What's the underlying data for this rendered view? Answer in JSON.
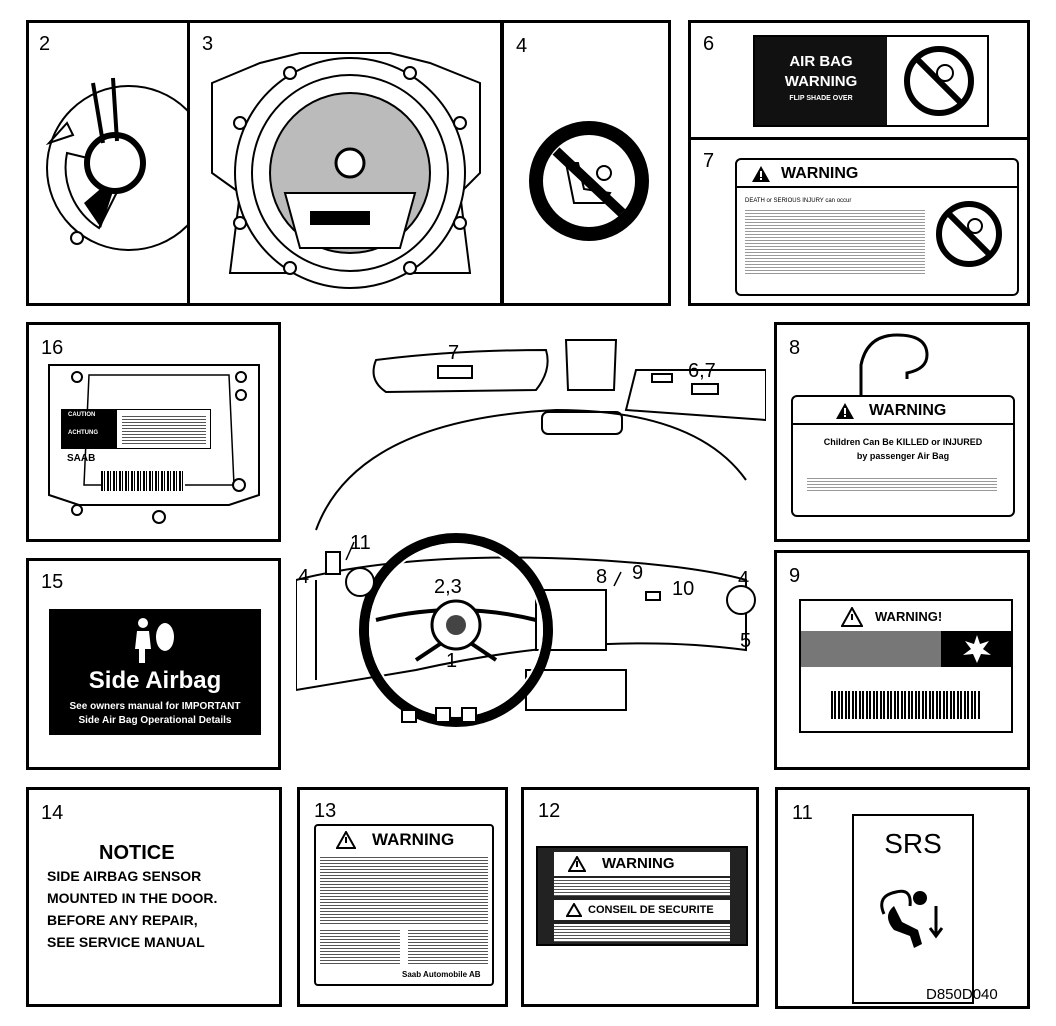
{
  "panels": {
    "p2": {
      "num": "2"
    },
    "p3": {
      "num": "3"
    },
    "p4": {
      "num": "4"
    },
    "p6": {
      "num": "6",
      "title_line1": "AIR BAG",
      "title_line2": "WARNING",
      "small": "FLIP SHADE OVER"
    },
    "p7": {
      "num": "7",
      "header": "WARNING",
      "line1": "DEATH or SERIOUS INJURY can occur"
    },
    "p16": {
      "num": "16",
      "caution": "CAUTION",
      "achtung": "ACHTUNG",
      "brand": "SAAB"
    },
    "p15": {
      "num": "15",
      "title": "Side Airbag",
      "line1": "See owners manual for IMPORTANT",
      "line2": "Side Air Bag Operational Details"
    },
    "p8": {
      "num": "8",
      "header": "WARNING",
      "line1": "Children Can Be KILLED or INJURED",
      "line2": "by passenger Air Bag"
    },
    "p9": {
      "num": "9",
      "header": "WARNING!"
    },
    "p14": {
      "num": "14",
      "title": "NOTICE",
      "lines": [
        "SIDE  AIRBAG SENSOR",
        "MOUNTED IN THE DOOR.",
        "BEFORE  ANY REPAIR,",
        "SEE SERVICE MANUAL"
      ]
    },
    "p13": {
      "num": "13",
      "header": "WARNING",
      "footer": "Saab Automobile AB"
    },
    "p12": {
      "num": "12",
      "header": "WARNING",
      "sub": "CONSEIL  DE SECURITE"
    },
    "p11": {
      "num": "11",
      "title": "SRS"
    }
  },
  "dashboard": {
    "callouts": {
      "c7": "7",
      "c67": "6,7",
      "c8": "8",
      "c11": "11",
      "c4l": "4",
      "c23": "2,3",
      "c9": "9",
      "c10": "10",
      "c4r": "4",
      "c5": "5",
      "c1": "1"
    }
  },
  "figure_code": "D850D040"
}
